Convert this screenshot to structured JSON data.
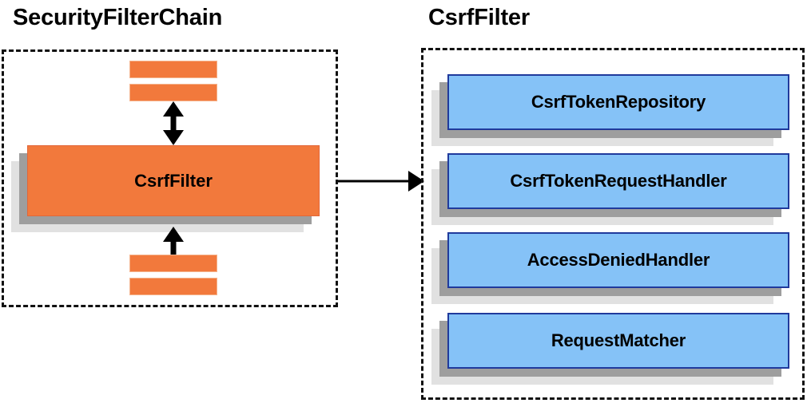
{
  "diagram": {
    "title_left": "SecurityFilterChain",
    "title_right": "CsrfFilter",
    "colors": {
      "orange_fill": "#f2793c",
      "orange_border": "#e2673a",
      "blue_fill": "#85c2f7",
      "blue_border": "#203a9c",
      "shadow_dark": "#9e9e9e",
      "shadow_light": "#e1e1e1",
      "outline": "#111111",
      "text": "#000000"
    }
  },
  "left_panel": {
    "title": "SecurityFilterChain",
    "filters_above": [
      {
        "label": ""
      },
      {
        "label": ""
      }
    ],
    "focused_filter": {
      "label": "CsrfFilter"
    },
    "filters_below": [
      {
        "label": ""
      },
      {
        "label": ""
      }
    ],
    "arrow_above": {
      "kind": "double-headed-vertical"
    },
    "arrow_below": {
      "kind": "double-headed-vertical"
    }
  },
  "connector": {
    "kind": "arrow-right",
    "from": "CsrfFilter",
    "to": "CsrfFilter collaborators"
  },
  "right_panel": {
    "title": "CsrfFilter",
    "collaborators": [
      {
        "label": "CsrfTokenRepository"
      },
      {
        "label": "CsrfTokenRequestHandler"
      },
      {
        "label": "AccessDeniedHandler"
      },
      {
        "label": "RequestMatcher"
      }
    ]
  }
}
